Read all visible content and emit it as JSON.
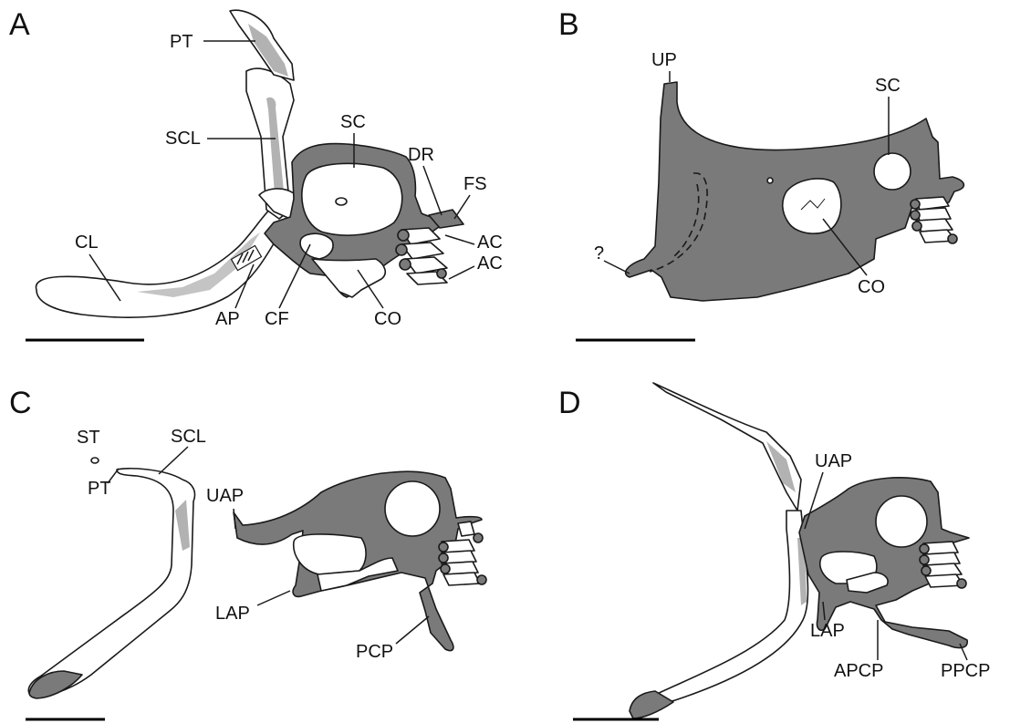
{
  "panels": [
    {
      "letter": "A",
      "labels": {
        "pt": "PT",
        "scl": "SCL",
        "sc": "SC",
        "dr": "DR",
        "fs": "FS",
        "cl": "CL",
        "ac": "AC",
        "ap": "AP",
        "cf": "CF",
        "co": "CO"
      }
    },
    {
      "letter": "B",
      "labels": {
        "up": "UP",
        "sc": "SC",
        "q": "?",
        "co": "CO"
      }
    },
    {
      "letter": "C",
      "labels": {
        "st": "ST",
        "scl": "SCL",
        "pt": "PT",
        "uap": "UAP",
        "lap": "LAP",
        "pcp": "PCP"
      }
    },
    {
      "letter": "D",
      "labels": {
        "uap": "UAP",
        "lap": "LAP",
        "apcp": "APCP",
        "ppcp": "PPCP"
      }
    }
  ],
  "colors": {
    "bone": "#7a7a7a",
    "cartilage": "#ffffff",
    "outline": "#1a1a1a"
  }
}
